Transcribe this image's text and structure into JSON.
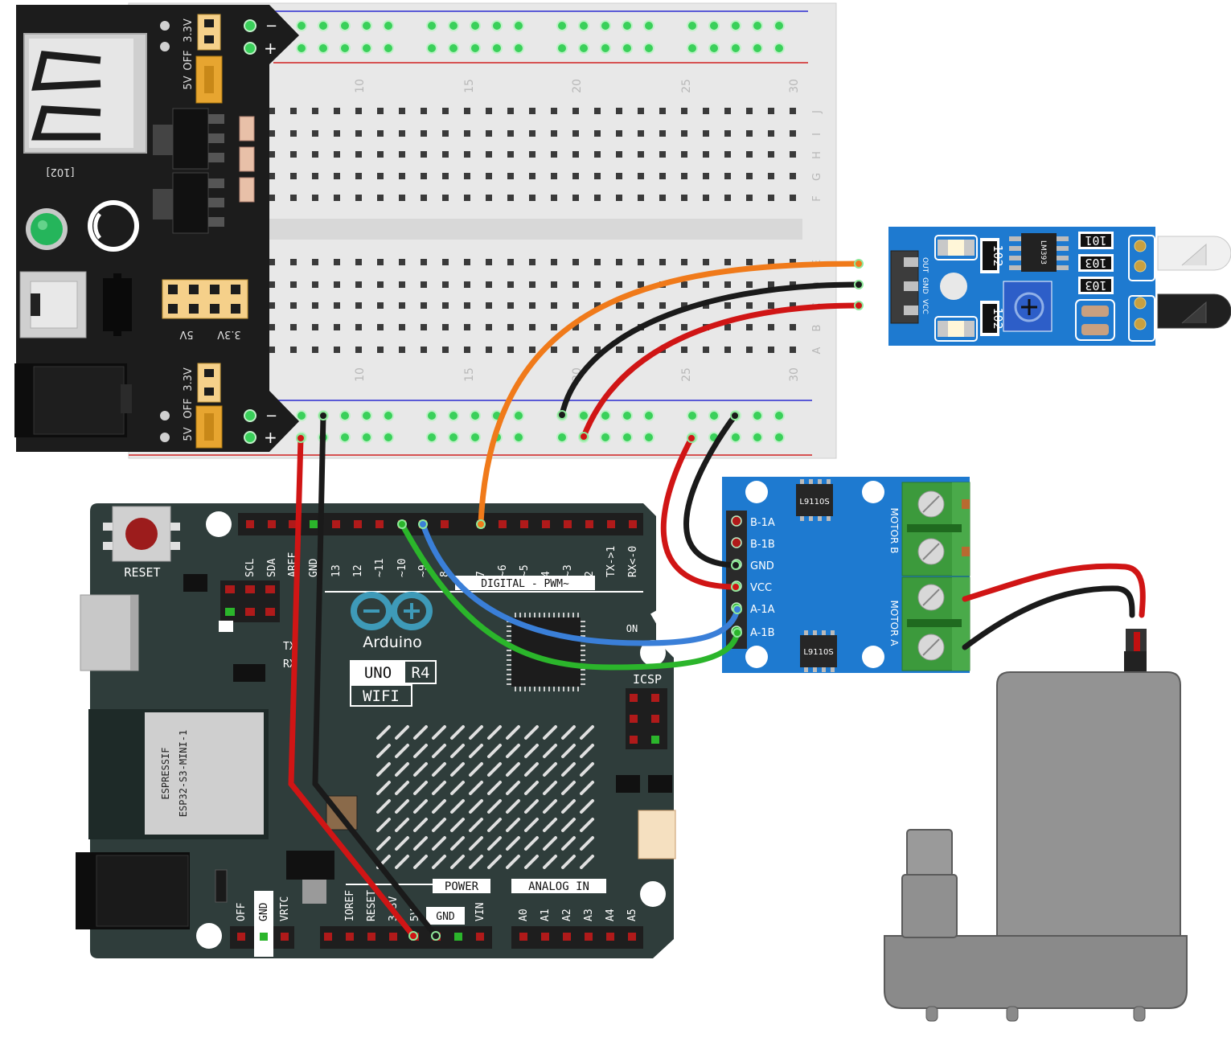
{
  "power_module": {
    "label_102": "[102]",
    "top": {
      "v33": "3.3V",
      "off": "OFF",
      "v5": "5V",
      "minus": "−",
      "plus": "+"
    },
    "bottom": {
      "v33": "3.3V",
      "off": "OFF",
      "v5": "5V",
      "minus": "−",
      "plus": "+"
    },
    "header_5v": "5V",
    "header_33v": "3.3V"
  },
  "breadboard": {
    "column_numbers": [
      "10",
      "15",
      "20",
      "25",
      "30"
    ],
    "rows_top": [
      "J",
      "I",
      "H",
      "G",
      "F"
    ],
    "rows_bottom": [
      "E",
      "D",
      "C",
      "B",
      "A"
    ]
  },
  "ir_sensor": {
    "pins": [
      "OUT",
      "GND",
      "VCC"
    ],
    "chip": "LM393",
    "resistors": [
      "102",
      "102",
      "101",
      "103",
      "103"
    ]
  },
  "motor_driver": {
    "chips": [
      "L9110S",
      "L9110S"
    ],
    "pins": [
      "B-1A",
      "B-1B",
      "GND",
      "VCC",
      "A-1A",
      "A-1B"
    ],
    "motor_b": "MOTOR B",
    "motor_a": "MOTOR A"
  },
  "arduino": {
    "reset": "RESET",
    "brand": "Arduino",
    "uno": "UNO",
    "r4": "R4",
    "wifi": "WIFI",
    "digital": "DIGITAL - PWM~",
    "icsp": "ICSP",
    "on": "ON",
    "power": "POWER",
    "analog": "ANALOG IN",
    "espressif": "ESPRESSIF",
    "esp_module": "ESP32-S3-MINI-1",
    "digital_pins": [
      "SCL",
      "SDA",
      "AREF",
      "GND",
      "13",
      "12",
      "~11",
      "~10",
      "~9",
      "8",
      "7",
      "~6",
      "~5",
      "4",
      "~3",
      "2",
      "TX->1",
      "RX<-0"
    ],
    "power_pins": [
      "IOREF",
      "RESET",
      "3.3V",
      "5V",
      "GND",
      "GND",
      "VIN"
    ],
    "analog_pins": [
      "A0",
      "A1",
      "A2",
      "A3",
      "A4",
      "A5"
    ],
    "side_pins": [
      "OFF",
      "GND",
      "VRTC"
    ],
    "gnd_highlight": "GND",
    "tx": "TX",
    "rx": "RX"
  },
  "colors": {
    "wire_orange": "#f07a1a",
    "wire_black": "#1a1a1a",
    "wire_red": "#d01515",
    "wire_blue": "#3a7fd8",
    "wire_green": "#2bb52b",
    "board_teal": "#2f3d3b",
    "module_blue": "#1e7ad0",
    "terminal_green": "#3c9a3c"
  }
}
